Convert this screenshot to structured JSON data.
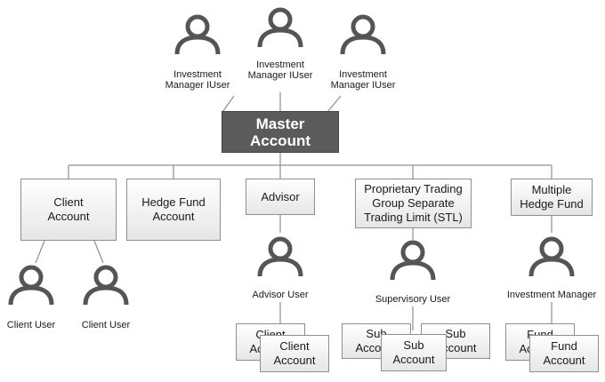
{
  "master": {
    "line1": "Master",
    "line2": "Account"
  },
  "top_users": [
    {
      "line1": "Investment",
      "line2": "Manager IUser",
      "icon": "person-icon"
    },
    {
      "line1": "Investment",
      "line2": "Manager IUser",
      "icon": "person-icon"
    },
    {
      "line1": "Investment",
      "line2": "Manager IUser",
      "icon": "person-icon"
    }
  ],
  "categories": {
    "client_account": {
      "line1": "Client",
      "line2": "Account"
    },
    "hedge_fund_account": {
      "line1": "Hedge Fund",
      "line2": "Account"
    },
    "advisor": {
      "line1": "Advisor"
    },
    "proprietary": {
      "line1": "Proprietary Trading",
      "line2": "Group Separate",
      "line3": "Trading Limit (STL)"
    },
    "multiple_hedge_fund": {
      "line1": "Multiple",
      "line2": "Hedge Fund"
    }
  },
  "client_users": [
    "Client User",
    "Client User"
  ],
  "advisor_user": "Advisor User",
  "supervisory_user": "Supervisory User",
  "investment_manager": "Investment Manager",
  "advisor_accounts": {
    "back": {
      "line1": "Client",
      "line2": "Account"
    },
    "front": {
      "line1": "Client",
      "line2": "Account"
    }
  },
  "sub_accounts": {
    "left": {
      "line1": "Sub",
      "line2": "Account"
    },
    "right": {
      "line1": "Sub",
      "line2": "Account"
    },
    "front": {
      "line1": "Sub",
      "line2": "Account"
    }
  },
  "fund_accounts": {
    "back": {
      "line1": "Fund",
      "line2": "Account"
    },
    "front": {
      "line1": "Fund",
      "line2": "Account"
    }
  },
  "colors": {
    "master_fill": "#5b5b5b",
    "icon_stroke": "#555555",
    "connector": "#8f8f8f"
  }
}
